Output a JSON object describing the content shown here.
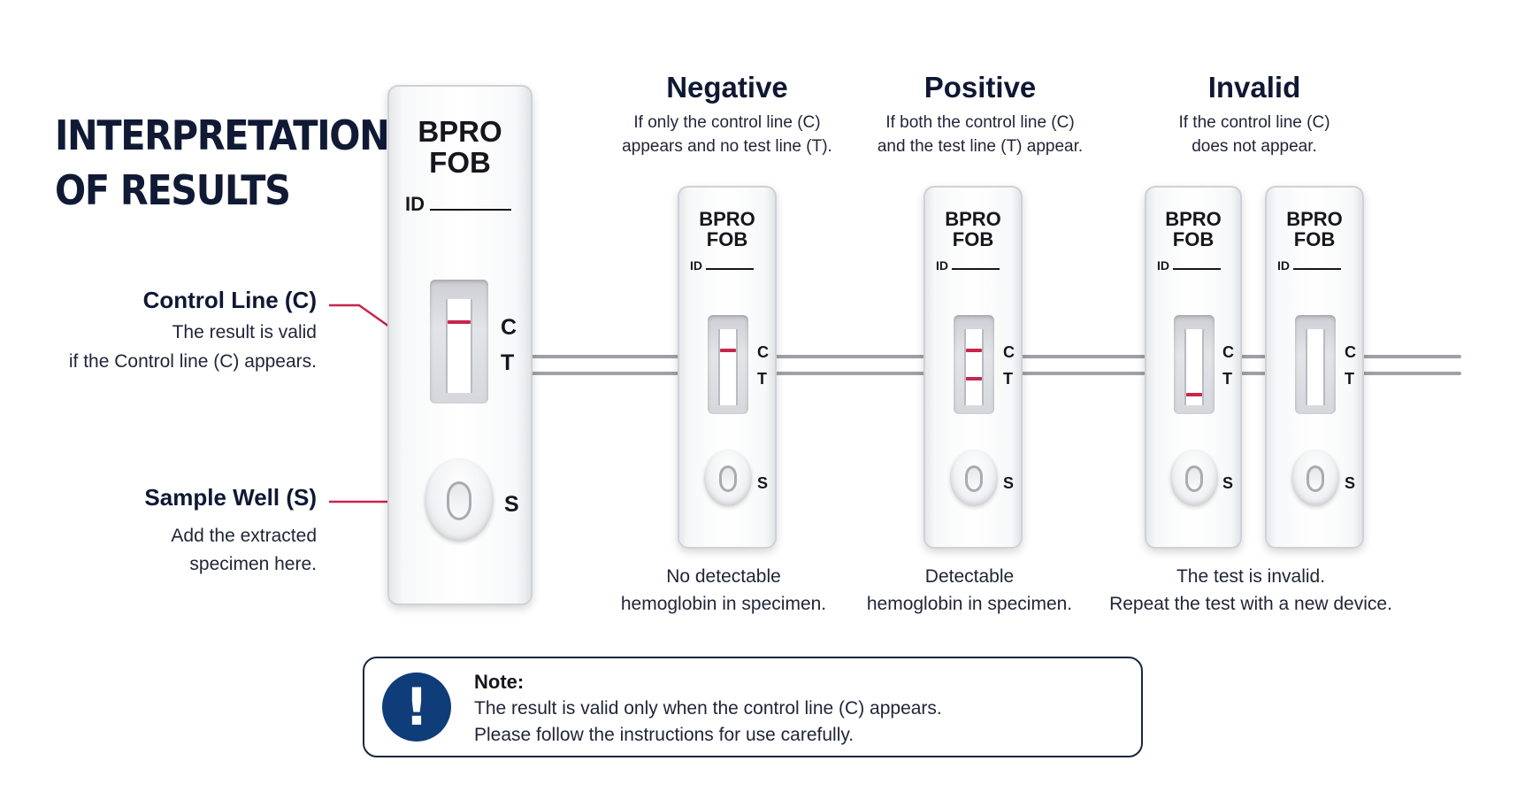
{
  "title": {
    "line1": "INTERPRETATION",
    "line2": "OF RESULTS"
  },
  "callouts": {
    "control": {
      "heading": "Control Line (C)",
      "line1": "The result is valid",
      "line2": "if the Control line (C) appears."
    },
    "sample": {
      "heading": "Sample Well (S)",
      "line1": "Add the extracted",
      "line2": "specimen here."
    }
  },
  "device_labels": {
    "brand1": "BPRO",
    "brand2": "FOB",
    "id": "ID",
    "control": "C",
    "test": "T",
    "sample": "S"
  },
  "devices": [
    {
      "name": "main-device",
      "control_line": true,
      "test_line": false
    },
    {
      "name": "negative-device",
      "control_line": true,
      "test_line": false
    },
    {
      "name": "positive-device",
      "control_line": true,
      "test_line": true
    },
    {
      "name": "invalid-device-1",
      "control_line": false,
      "test_line": true
    },
    {
      "name": "invalid-device-2",
      "control_line": false,
      "test_line": false
    }
  ],
  "results": {
    "negative": {
      "heading": "Negative",
      "desc1": "If only the control line (C)",
      "desc2": "appears and no test line (T).",
      "res1": "No detectable",
      "res2": "hemoglobin in specimen."
    },
    "positive": {
      "heading": "Positive",
      "desc1": "If both the control line (C)",
      "desc2": "and the test line (T) appear.",
      "res1": "Detectable",
      "res2": "hemoglobin in specimen."
    },
    "invalid": {
      "heading": "Invalid",
      "desc1": "If the control line (C)",
      "desc2": "does not appear.",
      "res1": "The test is invalid.",
      "res2": "Repeat the test with a new device."
    }
  },
  "note": {
    "icon": "exclamation-icon",
    "icon_glyph": "!",
    "title": "Note:",
    "line1": "The result is valid only when the control line (C) appears.",
    "line2": "Please follow the instructions for use carefully."
  },
  "colors": {
    "band": "#c8254b",
    "callout_line": "#c8254b",
    "navy": "#0f3d7a",
    "text": "#0f1833"
  }
}
